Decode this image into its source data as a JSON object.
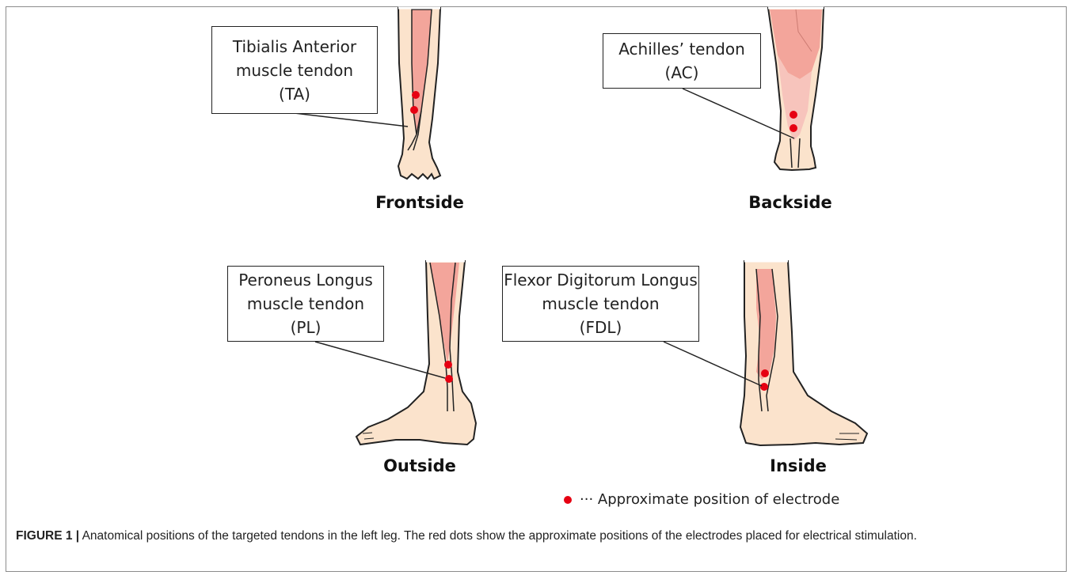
{
  "colors": {
    "skin": "#fbe3cc",
    "muscle": "#f3a59b",
    "tendon_light": "#f7c4bc",
    "electrode": "#e60012",
    "outline": "#222222"
  },
  "views": [
    {
      "id": "frontside",
      "label": "Frontside",
      "callout_lines": [
        "Tibialis Anterior",
        "muscle tendon",
        "(TA)"
      ]
    },
    {
      "id": "backside",
      "label": "Backside",
      "callout_lines": [
        "Achilles’ tendon",
        "(AC)"
      ]
    },
    {
      "id": "outside",
      "label": "Outside",
      "callout_lines": [
        "Peroneus Longus",
        "muscle tendon",
        "(PL)"
      ]
    },
    {
      "id": "inside",
      "label": "Inside",
      "callout_lines": [
        "Flexor Digitorum Longus",
        "muscle tendon",
        "(FDL)"
      ]
    }
  ],
  "legend": {
    "text": "··· Approximate position of electrode",
    "icon": "red-dot"
  },
  "caption": {
    "label": "FIGURE 1 |",
    "text": "Anatomical positions of the targeted tendons in the left leg. The red dots show the approximate positions of the electrodes placed for electrical stimulation."
  }
}
